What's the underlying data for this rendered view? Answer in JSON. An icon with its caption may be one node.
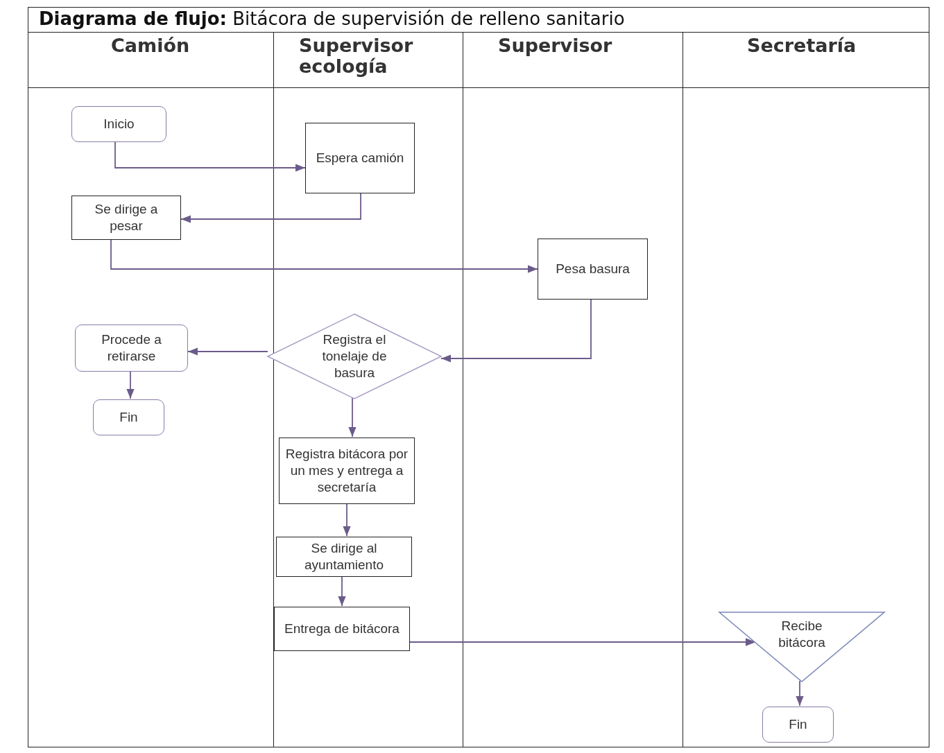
{
  "diagram": {
    "title": "**Diagrama de flujo:** Bitácora de supervisión de relleno sanitario",
    "nodes": [
      {
        "text": [
          "Camión"
        ]
      },
      {
        "text": [
          "Supervisor ecología"
        ]
      },
      {
        "text": [
          "Supervisor"
        ]
      },
      {
        "text": [
          "Secretaría"
        ]
      },
      {
        "text": [
          "Inicio"
        ],
        "in": 0
      },
      {
        "text": [
          "Espera camión"
        ],
        "in": 1
      },
      {
        "text": [
          "Se dirige a pesar"
        ],
        "in": 0
      },
      {
        "text": [
          "Pesa basura"
        ],
        "in": 2
      },
      {
        "text": [
          "Procede a retirarse"
        ],
        "in": 0
      },
      {
        "text": [
          "Registra el tonelaje de basura"
        ],
        "in": 1
      },
      {
        "text": [
          "Fin"
        ],
        "in": 0
      },
      {
        "text": [
          "Registra bitácora por un mes y entrega a secretaría"
        ],
        "in": 1
      },
      {
        "text": [
          "Se dirige al ayuntamiento"
        ],
        "in": 1
      },
      {
        "text": [
          "Entrega de bitácora"
        ],
        "in": 1
      },
      {
        "text": [
          "Recibe bitácora"
        ],
        "in": 3
      },
      {
        "text": [
          "Fin"
        ],
        "in": 3
      }
    ],
    "edges": [
      {
        "from": 4,
        "to": 5,
        "arrow": "to"
      },
      {
        "from": 5,
        "to": 6,
        "arrow": "to"
      },
      {
        "from": 6,
        "to": 7,
        "arrow": "to"
      },
      {
        "from": 7,
        "to": 9,
        "arrow": "to"
      },
      {
        "from": 9,
        "to": 8,
        "arrow": "to"
      },
      {
        "from": 8,
        "to": 10,
        "arrow": "to"
      },
      {
        "from": 9,
        "to": 11,
        "arrow": "to"
      },
      {
        "from": 11,
        "to": 12,
        "arrow": "to"
      },
      {
        "from": 12,
        "to": 13,
        "arrow": "to"
      },
      {
        "from": 13,
        "to": 14,
        "arrow": "to"
      },
      {
        "from": 14,
        "to": 15,
        "arrow": "to"
      }
    ]
  }
}
